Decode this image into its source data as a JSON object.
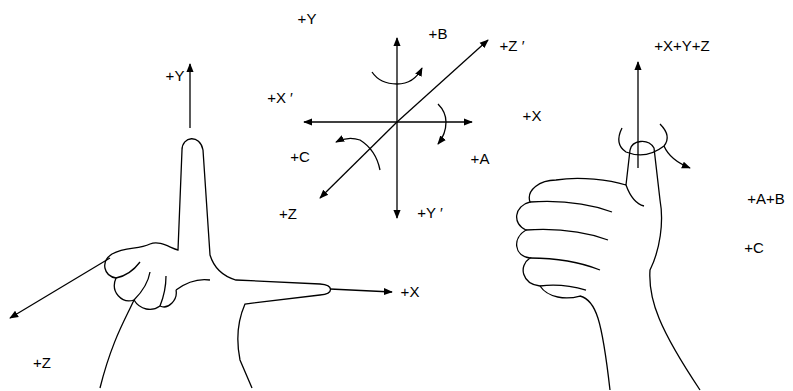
{
  "diagram": {
    "labels": [
      "+Y",
      "+Z",
      "+X",
      "+Y",
      "+B",
      "+Z ′",
      "+X ′",
      "+X",
      "+A",
      "+C",
      "+Z",
      "+Y ′",
      "+X+Y+Z",
      "+A+B",
      "+C"
    ]
  }
}
